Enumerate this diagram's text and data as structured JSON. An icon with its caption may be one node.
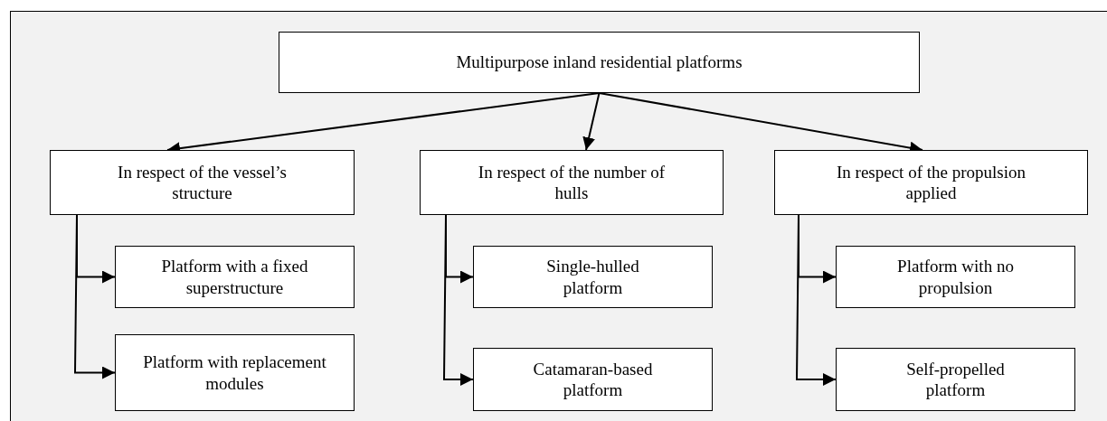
{
  "diagram": {
    "nodes": [
      {
        "text": [
          "Multipurpose inland residential platforms"
        ]
      },
      {
        "text": [
          "In respect of the vessel’s structure"
        ]
      },
      {
        "text": [
          "In respect of the number of hulls"
        ]
      },
      {
        "text": [
          "In respect of the propulsion applied"
        ]
      },
      {
        "text": [
          "Platform with a fixed superstructure"
        ]
      },
      {
        "text": [
          "Platform with replacement modules"
        ]
      },
      {
        "text": [
          "Single-hulled platform"
        ]
      },
      {
        "text": [
          "Catamaran-based platform"
        ]
      },
      {
        "text": [
          "Platform with no propulsion"
        ]
      },
      {
        "text": [
          "Self-propelled platform"
        ]
      }
    ],
    "edges": [
      {
        "from": 0,
        "to": 1,
        "arrow": "to"
      },
      {
        "from": 0,
        "to": 2,
        "arrow": "to"
      },
      {
        "from": 0,
        "to": 3,
        "arrow": "to"
      },
      {
        "from": 1,
        "to": 4,
        "arrow": "to"
      },
      {
        "from": 1,
        "to": 5,
        "arrow": "to"
      },
      {
        "from": 2,
        "to": 6,
        "arrow": "to"
      },
      {
        "from": 2,
        "to": 7,
        "arrow": "to"
      },
      {
        "from": 3,
        "to": 8,
        "arrow": "to"
      },
      {
        "from": 3,
        "to": 9,
        "arrow": "to"
      }
    ]
  }
}
